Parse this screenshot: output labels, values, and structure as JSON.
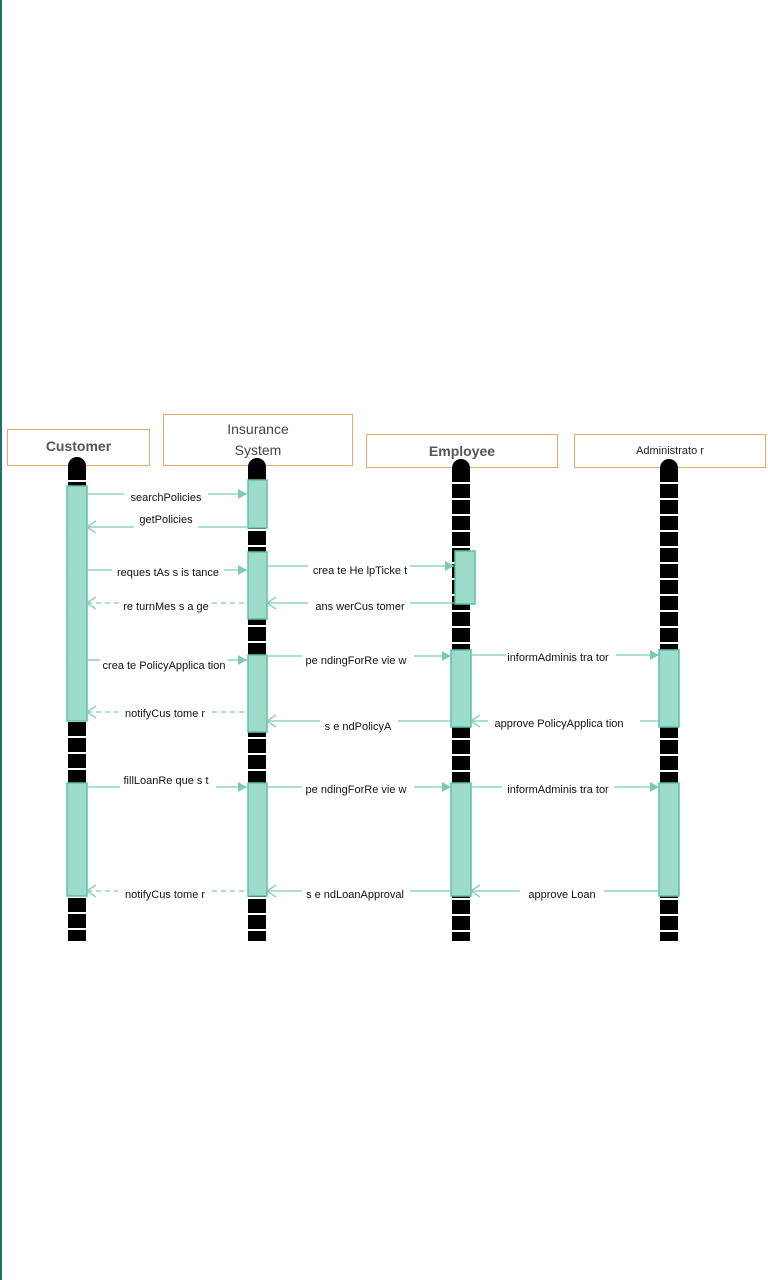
{
  "colors": {
    "lifeline": "#000000",
    "activation_fill": "#9ddccb",
    "activation_stroke": "#5fc1a8",
    "arrow": "#7cc9b5",
    "actor_border": "#e8a86a"
  },
  "actors": [
    {
      "id": "customer",
      "name": "Customer"
    },
    {
      "id": "insurance",
      "name": "Insurance System",
      "name_line1": "Insurance",
      "name_line2": "System"
    },
    {
      "id": "employee",
      "name": "Employee"
    },
    {
      "id": "administrator",
      "name": "Administrato r"
    }
  ],
  "messages": [
    {
      "from": "customer",
      "to": "insurance",
      "label": "searchPolicies",
      "style": "solid"
    },
    {
      "from": "insurance",
      "to": "customer",
      "label": "getPolicies",
      "style": "solid"
    },
    {
      "from": "customer",
      "to": "insurance",
      "label": "reques tAs s is tance",
      "style": "solid"
    },
    {
      "from": "insurance",
      "to": "employee",
      "label": "crea te He lpTicke t",
      "style": "solid"
    },
    {
      "from": "employee",
      "to": "insurance",
      "label": "ans werCus tomer",
      "style": "solid"
    },
    {
      "from": "insurance",
      "to": "customer",
      "label": "re turnMes s a ge",
      "style": "dashed"
    },
    {
      "from": "customer",
      "to": "insurance",
      "label": "crea te PolicyApplica tion",
      "style": "solid"
    },
    {
      "from": "insurance",
      "to": "employee",
      "label": "pe ndingForRe vie w",
      "style": "solid"
    },
    {
      "from": "employee",
      "to": "administrator",
      "label": "informAdminis tra tor",
      "style": "solid"
    },
    {
      "from": "insurance",
      "to": "customer",
      "label": "notifyCus tome r",
      "style": "dashed"
    },
    {
      "from": "administrator",
      "to": "employee",
      "label": "approve PolicyApplica tion",
      "style": "solid"
    },
    {
      "from": "employee",
      "to": "insurance",
      "label": "s e ndPolicyA",
      "style": "solid"
    },
    {
      "from": "customer",
      "to": "insurance",
      "label": "fillLoanRe que s t",
      "style": "solid"
    },
    {
      "from": "insurance",
      "to": "employee",
      "label": "pe ndingForRe vie w",
      "style": "solid"
    },
    {
      "from": "employee",
      "to": "administrator",
      "label": "informAdminis tra tor",
      "style": "solid"
    },
    {
      "from": "insurance",
      "to": "customer",
      "label": "notifyCus tome r",
      "style": "dashed"
    },
    {
      "from": "employee",
      "to": "insurance",
      "label": "s e ndLoanApproval",
      "style": "solid"
    },
    {
      "from": "administrator",
      "to": "employee",
      "label": "approve Loan",
      "style": "solid"
    }
  ]
}
